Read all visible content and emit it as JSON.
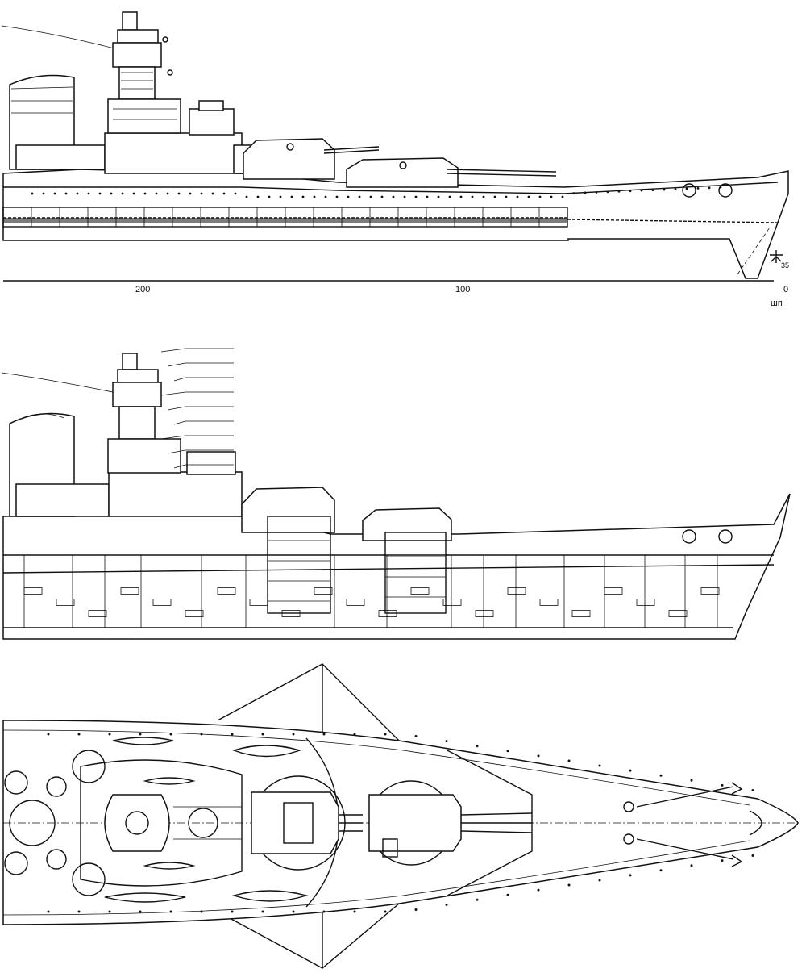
{
  "profile": {
    "frame_numbers": [
      "200",
      "100",
      "0"
    ],
    "frame_unit": "шп",
    "waterline_mark": "35"
  },
  "palette": {
    "ink": "#111111",
    "paper": "#ffffff"
  }
}
